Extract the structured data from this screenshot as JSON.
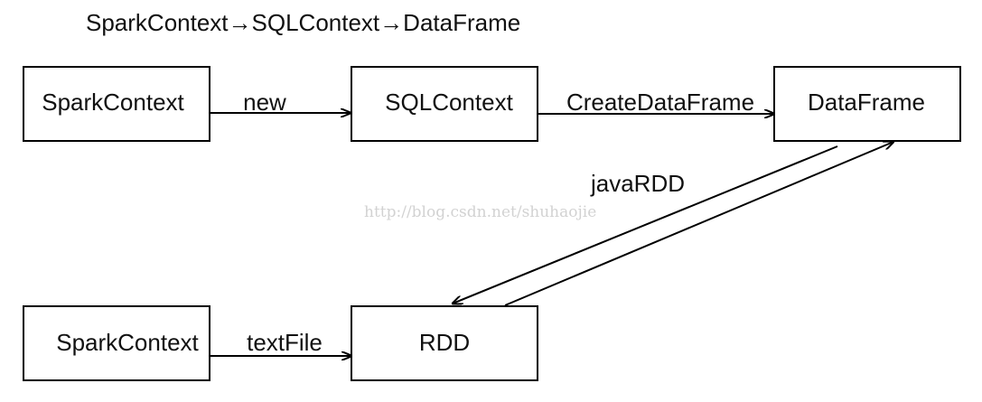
{
  "title": {
    "parts": [
      "SparkContext",
      "SQLContext",
      "DataFrame"
    ],
    "separator": "→"
  },
  "nodes": {
    "spark_context_top": "SparkContext",
    "sql_context": "SQLContext",
    "data_frame": "DataFrame",
    "spark_context_bottom": "SparkContext",
    "rdd": "RDD"
  },
  "edges": {
    "new": "new",
    "create_data_frame": "CreateDataFrame",
    "java_rdd": "javaRDD",
    "text_file": "textFile"
  },
  "watermark": "http://blog.csdn.net/shuhaojie",
  "colors": {
    "line": "#000000",
    "text": "#111111",
    "watermark": "#d2d2d2"
  }
}
